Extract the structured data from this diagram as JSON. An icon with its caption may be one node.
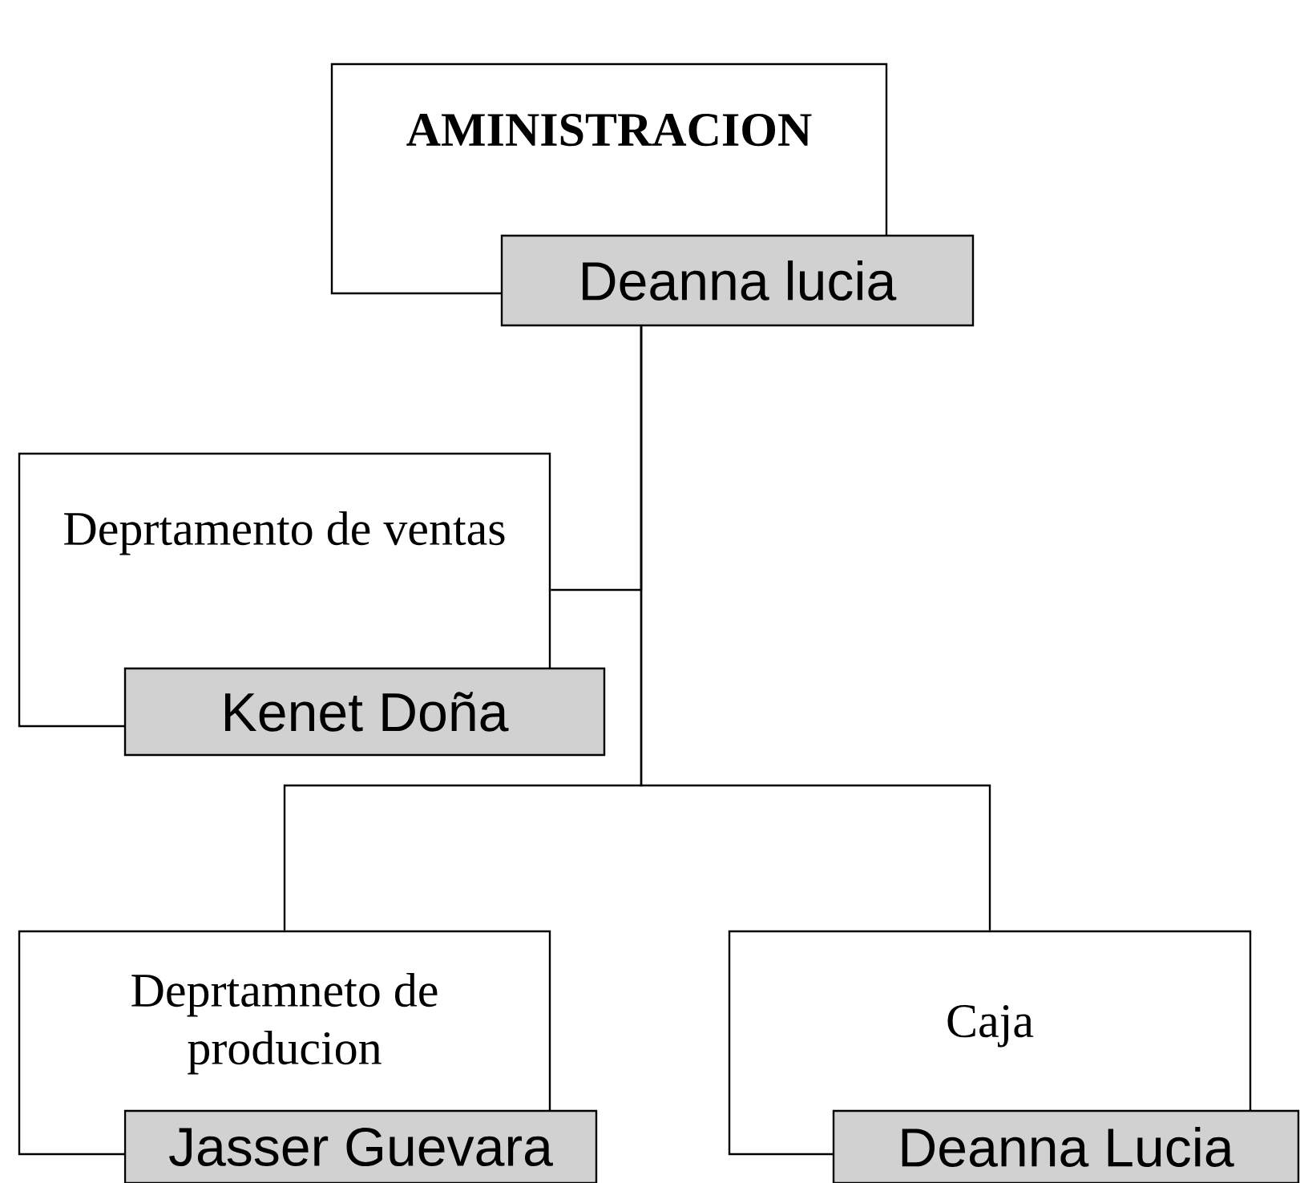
{
  "diagram": {
    "nodes": [
      {
        "text": [
          "**AMINISTRACION**"
        ]
      },
      {
        "text": [
          "Deanna lucia"
        ]
      },
      {
        "text": [
          "Deprtamento de ventas"
        ]
      },
      {
        "text": [
          "Kenet Doña"
        ]
      },
      {
        "text": [
          "Deprtamneto de producion"
        ]
      },
      {
        "text": [
          "Jasser Guevara"
        ]
      },
      {
        "text": [
          "Caja"
        ]
      },
      {
        "text": [
          "Deanna Lucia"
        ]
      }
    ],
    "edges": [
      {
        "from": 1,
        "to": 2,
        "arrow": "none"
      },
      {
        "from": 1,
        "to": 4,
        "arrow": "none"
      },
      {
        "from": 1,
        "to": 6,
        "arrow": "none"
      }
    ]
  }
}
